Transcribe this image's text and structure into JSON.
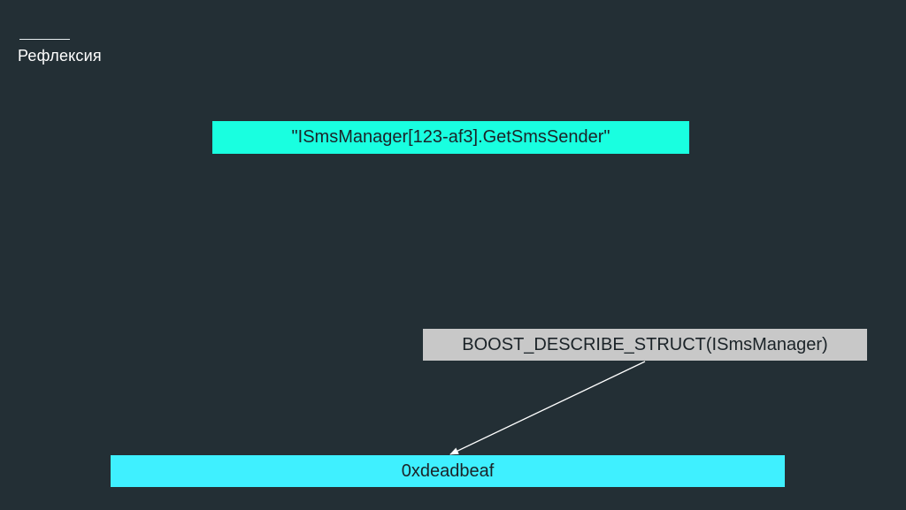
{
  "slide": {
    "title": "Рефлексия",
    "background_color": "#232f35"
  },
  "diagram": {
    "nodes": {
      "query": {
        "label": "\"ISmsManager[123-af3].GetSmsSender\"",
        "color": "#19ffe0"
      },
      "describe": {
        "label": "BOOST_DESCRIBE_STRUCT(ISmsManager)",
        "color": "#c8c8c8"
      },
      "address": {
        "label": "0xdeadbeaf",
        "color": "#3ff0ff"
      }
    },
    "edges": [
      {
        "from": "describe",
        "to": "address",
        "color": "#ffffff"
      }
    ]
  }
}
